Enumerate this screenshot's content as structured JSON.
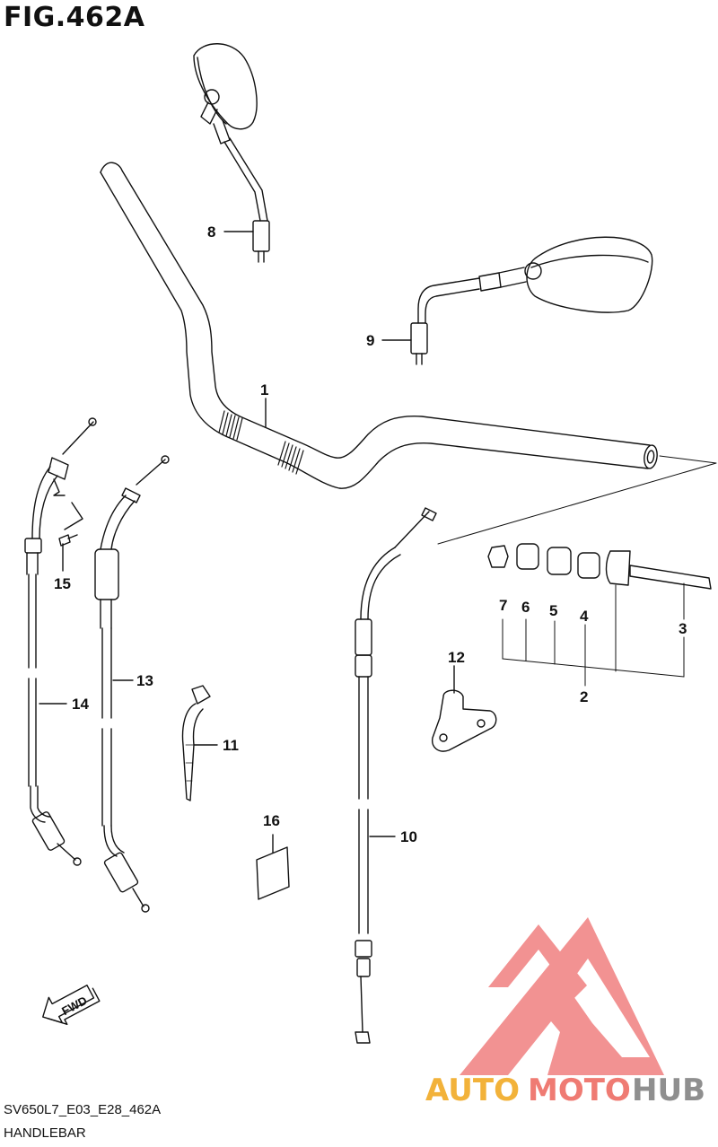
{
  "figure": {
    "title": "FIG.462A",
    "code": "SV650L7_E03_E28_462A",
    "caption": "HANDLEBAR",
    "fwd_label": "FWD"
  },
  "watermark": {
    "part1": "AUTO",
    "part2": "MOTO",
    "part3": "HUB",
    "colors": {
      "auto": "#f2b23a",
      "moto": "#ef7b73",
      "hub": "#8f8f8f",
      "logo": "#f07f7f"
    }
  },
  "callouts": {
    "p1": "1",
    "p2": "2",
    "p3": "3",
    "p4": "4",
    "p5": "5",
    "p6": "6",
    "p7": "7",
    "p8": "8",
    "p9": "9",
    "p10": "10",
    "p11": "11",
    "p12": "12",
    "p13": "13",
    "p14": "14",
    "p15": "15",
    "p16": "16"
  }
}
